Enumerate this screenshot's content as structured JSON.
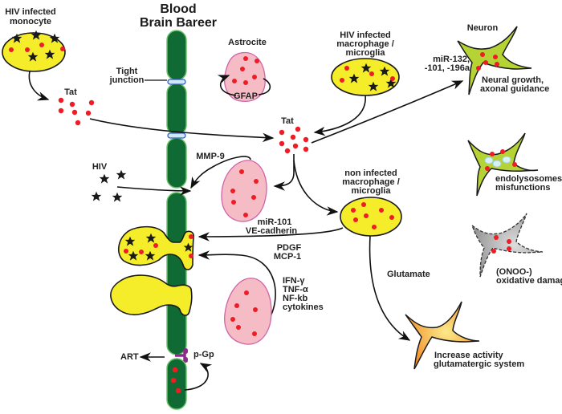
{
  "title": "Blood Brain Bareer",
  "title_lines": [
    "Blood",
    "Brain Bareer"
  ],
  "colors": {
    "bbb_green": "#0f6a34",
    "bbb_edge": "#6cc36a",
    "infected_yellow": "#f5ec2a",
    "astrocyte_pink": "#f6bcc5",
    "astrocyte_edge": "#cf63a8",
    "neuron_green": "#b5d335",
    "neuron_orange": "#f3a13a",
    "neuron_gray": "#9e9e9e",
    "tat_red": "#ee1c25",
    "pgp_purple": "#8e2a8e",
    "junction_blue": "#3a5fc0"
  },
  "labels": {
    "hiv_monocyte": [
      "HIV infected",
      "monocyte"
    ],
    "tat_left": "Tat",
    "tight_junction": [
      "Tight",
      "junction"
    ],
    "astrocyte": "Astrocite",
    "gfap": "GFAP",
    "hiv_macrophage": [
      "HIV infected",
      "macrophage /",
      "microglia"
    ],
    "tat_center": "Tat",
    "neuron": "Neuron",
    "mirna": [
      "miR-132,",
      "-101, -196a"
    ],
    "neural_growth": [
      "Neural growth,",
      "axonal guidance"
    ],
    "hiv_virus": "HIV",
    "mmp9": "MMP-9",
    "non_infected_macrophage": [
      "non infected",
      "macrophage /",
      "microglia"
    ],
    "endolysosomes": [
      "endolysosomes",
      "misfunctions"
    ],
    "mir101": [
      "miR-101",
      "VE-cadherin"
    ],
    "pdgf": [
      "PDGF",
      "MCP-1"
    ],
    "oxidative": [
      "(ONOO-)",
      "oxidative damage"
    ],
    "glutamate": "Glutamate",
    "cytokines": [
      "IFN-γ",
      "TNF-α",
      "NF-kb",
      "cytokines"
    ],
    "art": "ART",
    "pgp": "p-Gp",
    "glutamatergic": [
      "Increase activity",
      "glutamatergic system"
    ]
  }
}
